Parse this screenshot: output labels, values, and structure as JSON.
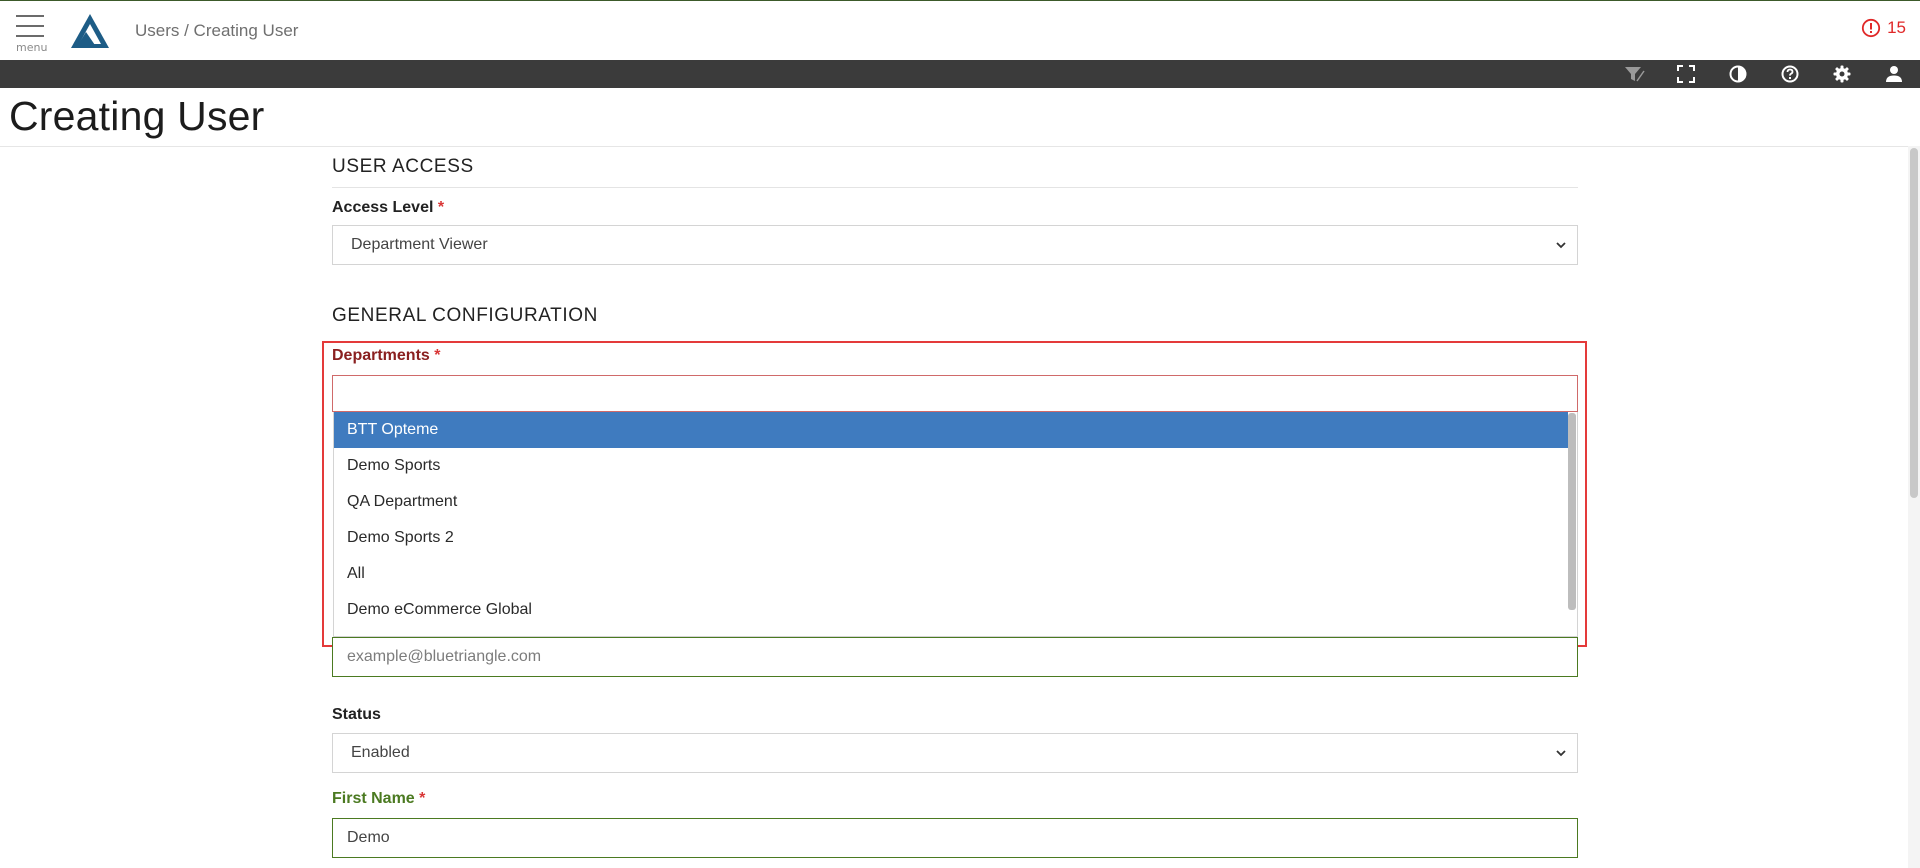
{
  "header": {
    "menu_label": "menu",
    "breadcrumb": "Users / Creating User",
    "alert_count": "15",
    "colors": {
      "alert": "#e02828",
      "logo": "#1d5c86",
      "toolbar": "#3b3b3b"
    }
  },
  "toolbar": {
    "icons": [
      "filter-off-icon",
      "fullscreen-icon",
      "contrast-icon",
      "help-icon",
      "settings-icon",
      "user-icon"
    ]
  },
  "page": {
    "title": "Creating User"
  },
  "form": {
    "user_access_title": "USER ACCESS",
    "access_level": {
      "label": "Access Level",
      "required_mark": "*",
      "value": "Department Viewer"
    },
    "general_config_title": "GENERAL CONFIGURATION",
    "departments": {
      "label": "Departments",
      "required_mark": "*",
      "search_value": "",
      "options": [
        "BTT Opteme",
        "Demo Sports",
        "QA Department",
        "Demo Sports 2",
        "All",
        "Demo eCommerce Global"
      ],
      "highlighted_option": "BTT Opteme",
      "highlight_color": "#3f7bbf"
    },
    "email": {
      "placeholder": "example@bluetriangle.com"
    },
    "status": {
      "label": "Status",
      "value": "Enabled"
    },
    "first_name": {
      "label": "First Name",
      "required_mark": "*",
      "value": "Demo"
    }
  }
}
